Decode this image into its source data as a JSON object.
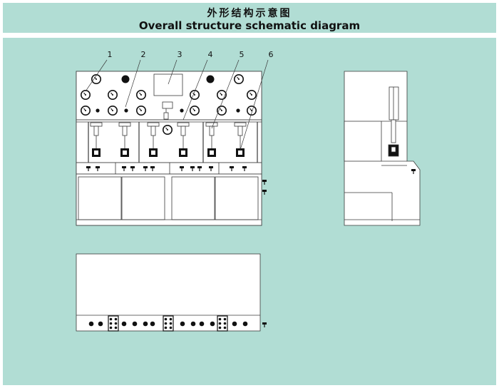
{
  "title": {
    "zh": "外形结构示意图",
    "en": "Overall structure schematic diagram"
  },
  "callouts": [
    "1",
    "2",
    "3",
    "4",
    "5",
    "6"
  ],
  "colors": {
    "background": "#b1ddd4",
    "machine_fill": "#ffffff",
    "line": "#3a3a3a",
    "dark": "#111111"
  }
}
